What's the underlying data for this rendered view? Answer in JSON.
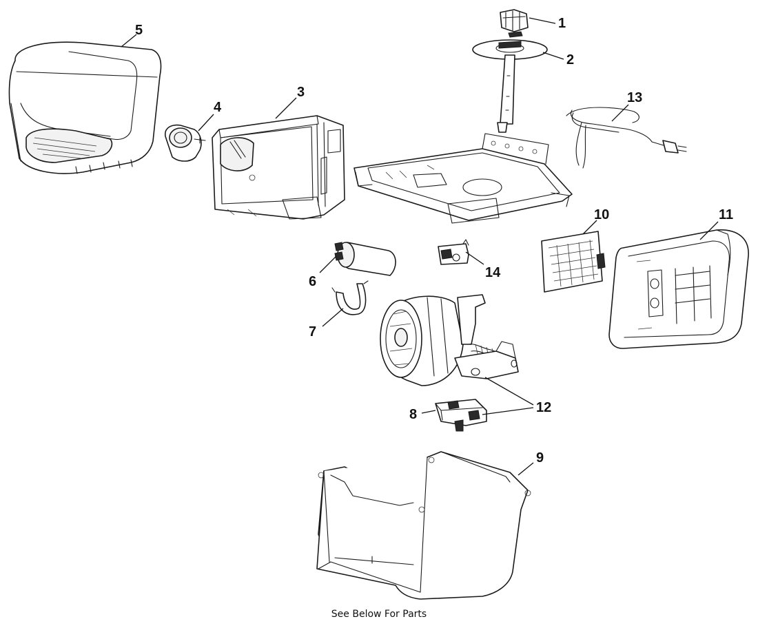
{
  "diagram": {
    "callouts": [
      "1",
      "2",
      "3",
      "4",
      "5",
      "6",
      "7",
      "8",
      "9",
      "10",
      "11",
      "12",
      "13",
      "14"
    ],
    "caption": "See Below For Parts"
  }
}
